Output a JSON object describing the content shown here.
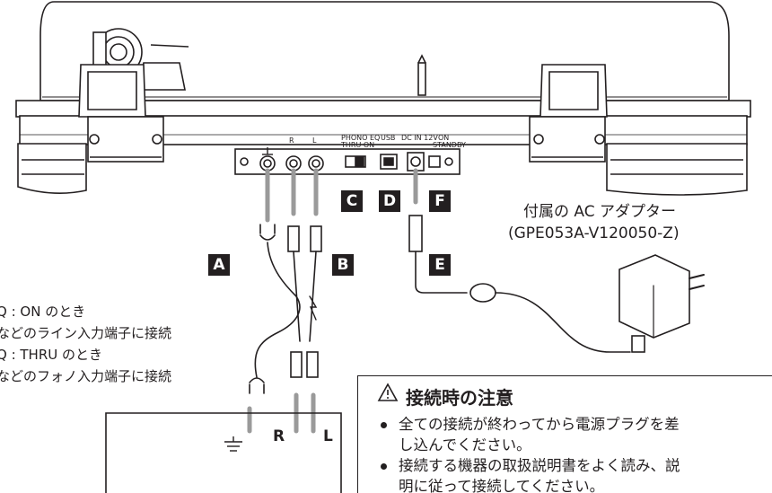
{
  "rear_panel": {
    "rch_mark": "R",
    "lch_mark": "L",
    "phono_eq_title": "PHONO EQ",
    "phono_eq_options": "THRU   ON",
    "usb_label": "USB",
    "dc_in_label": "DC IN 12V",
    "power_on_label": "ON",
    "power_standby_label": "STANDBY"
  },
  "badges": {
    "a": "A",
    "b": "B",
    "c": "C",
    "d": "D",
    "e": "E",
    "f": "F"
  },
  "adapter_note": {
    "line1": "付属の AC アダプター",
    "line2": "(GPE053A-V120050-Z)"
  },
  "side_notes": {
    "line1": "Q : ON のとき",
    "line2": "などのライン入力端子に接続",
    "line3": "Q : THRU のとき",
    "line4": "などのフォノ入力端子に接続"
  },
  "amp": {
    "r_label": "R",
    "l_label": "L"
  },
  "caution": {
    "title": "接続時の注意",
    "items": [
      {
        "line1": "全ての接続が終わってから電源プラグを差",
        "line2": "し込んでください。"
      },
      {
        "line1": "接続する機器の取扱説明書をよく読み、説",
        "line2": "明に従って接続してください。"
      }
    ]
  },
  "colors": {
    "ink": "#231f20",
    "gray_line": "#9a9a9a",
    "body_fill": "#ffffff"
  }
}
